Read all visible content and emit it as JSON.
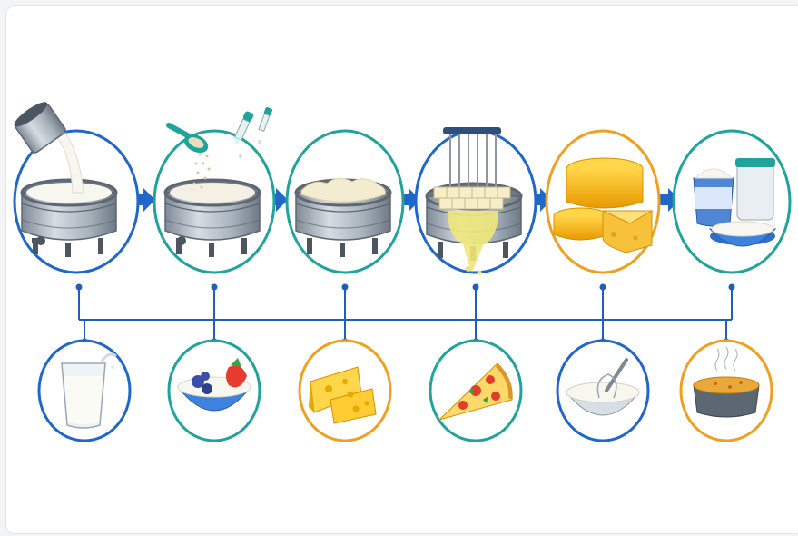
{
  "colors": {
    "blue_ring": "#1f68c9",
    "teal_ring": "#1fa39a",
    "orange_ring": "#f0a020",
    "connector": "#1f5fb8",
    "arrow": "#1f68c9",
    "steel": "#a9b3bd",
    "milk": "#f7f7f0",
    "cheese": "#f5b400"
  },
  "process_steps": [
    {
      "name": "pour-milk-into-vat",
      "ring": "blue",
      "icon": "milk-pouring-vat-icon"
    },
    {
      "name": "add-culture-and-rennet",
      "ring": "teal",
      "icon": "culture-rennet-vat-icon"
    },
    {
      "name": "curd-formation",
      "ring": "teal",
      "icon": "curd-vat-icon"
    },
    {
      "name": "cut-curd-drain-whey",
      "ring": "blue",
      "icon": "curd-cutter-whey-icon"
    },
    {
      "name": "cheese-wheels",
      "ring": "orange",
      "icon": "cheese-wheels-icon"
    },
    {
      "name": "cultured-dairy-products",
      "ring": "teal",
      "icon": "yogurt-cream-jars-icon"
    }
  ],
  "products": [
    {
      "name": "glass-of-milk",
      "ring": "blue",
      "icon": "milk-glass-icon"
    },
    {
      "name": "yogurt-with-berries",
      "ring": "teal",
      "icon": "yogurt-bowl-icon"
    },
    {
      "name": "swiss-cheese",
      "ring": "orange",
      "icon": "swiss-cheese-icon"
    },
    {
      "name": "pizza-slice",
      "ring": "teal",
      "icon": "pizza-slice-icon"
    },
    {
      "name": "whipped-cream",
      "ring": "blue",
      "icon": "whisk-bowl-icon"
    },
    {
      "name": "mac-and-cheese",
      "ring": "orange",
      "icon": "baked-dish-icon"
    }
  ]
}
